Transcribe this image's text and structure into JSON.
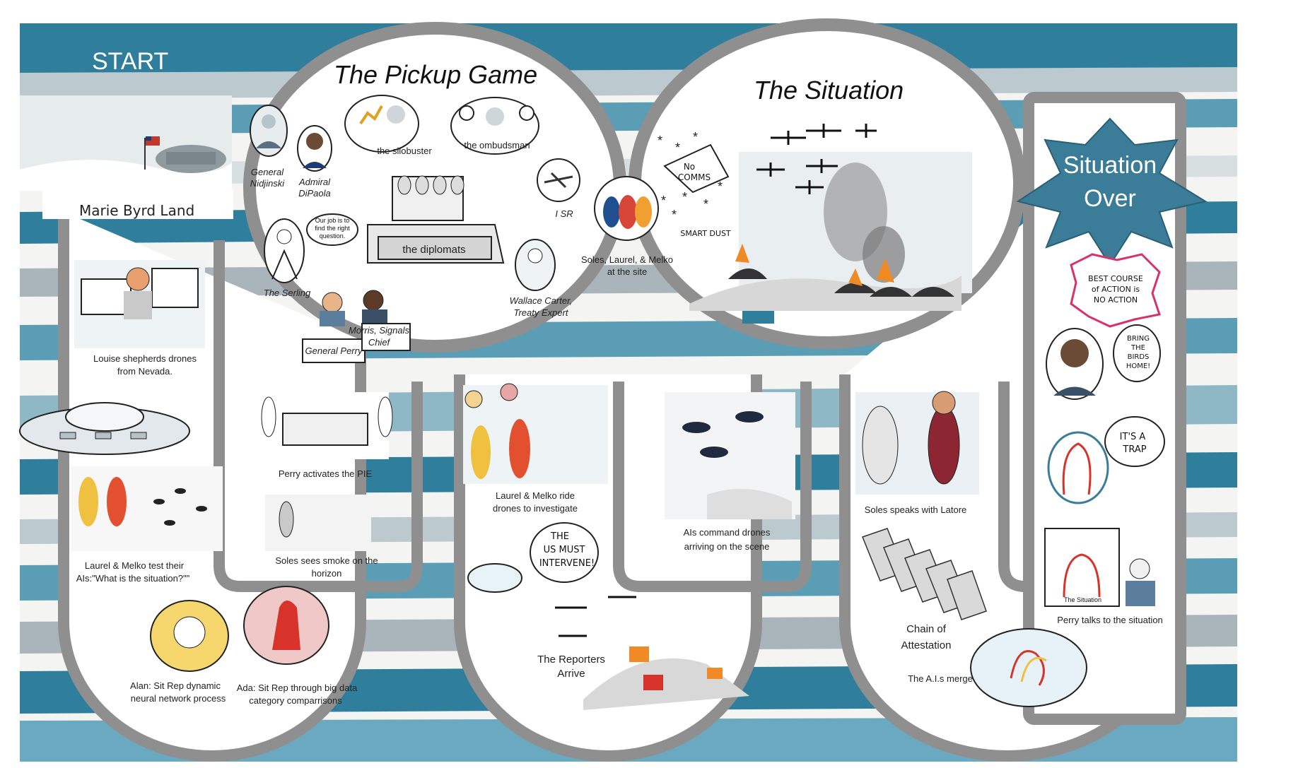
{
  "start_label": "START",
  "situation_over": [
    "Situation",
    "Over"
  ],
  "sections": {
    "pickup_game": "The Pickup Game",
    "situation": "The Situation"
  },
  "location": "Marie Byrd Land",
  "pickup_game": {
    "general": [
      "General",
      "Nidjinski"
    ],
    "admiral": [
      "Admiral",
      "DiPaola"
    ],
    "silobuster": "the silobuster",
    "ombudsman": "the ombudsman",
    "isr": "I SR",
    "serling_quote": [
      "Our job is to",
      "find the right",
      "question."
    ],
    "serling": "The Serling",
    "diplomats": "the diplomats",
    "wallace": [
      "Wallace Carter,",
      "Treaty Expert"
    ],
    "general_perry": "General Perry",
    "morris": [
      "Morris, Signals",
      "Chief"
    ],
    "soles_site": [
      "Soles, Laurel, & Melko",
      "at the site"
    ]
  },
  "situation": {
    "no_comms": [
      "No",
      "COMMS"
    ],
    "smart_dust": "SMART DUST"
  },
  "left_column": {
    "louise": [
      "Louise shepherds drones",
      "from Nevada."
    ],
    "laurel_test": [
      "Laurel & Melko test their",
      "AIs:\"What is the situation?\"\""
    ],
    "alan": [
      "Alan: Sit Rep dynamic",
      "neural network process"
    ],
    "ada": [
      "Ada: Sit Rep through big data",
      "category comparrisons"
    ],
    "perry_pie": "Perry activates the PIE",
    "soles_smoke": [
      "Soles sees smoke on the",
      "horizon"
    ]
  },
  "middle_column": {
    "laurel_ride": [
      "Laurel & Melko ride",
      "drones to investigate"
    ],
    "must_intervene": [
      "THE",
      "US MUST",
      "INTERVENE!"
    ],
    "reporters": [
      "The Reporters",
      "Arrive"
    ],
    "ais_command": [
      "AIs command drones",
      "arriving on the scene"
    ]
  },
  "right_column": {
    "soles_latore": "Soles speaks with Latore",
    "chain": [
      "Chain of",
      "Attestation"
    ],
    "ais_merge": "The A.I.s merge",
    "best_course": [
      "BEST COURSE",
      "of ACTION is",
      "NO ACTION"
    ],
    "bring_birds": [
      "BRING",
      "THE",
      "BIRDS",
      "HOME!"
    ],
    "trap": [
      "IT'S A",
      "TRAP"
    ],
    "the_situation_small": "The Situation",
    "perry_talks": "Perry talks to the situation"
  },
  "colors": {
    "stripe_blue": "#2f7f9c",
    "stripe_light": "#8fb8c6",
    "stripe_gray": "#a9b5ba",
    "track": "#8f8f8f",
    "star": "#3b7c98",
    "fire": "#f08a24"
  }
}
